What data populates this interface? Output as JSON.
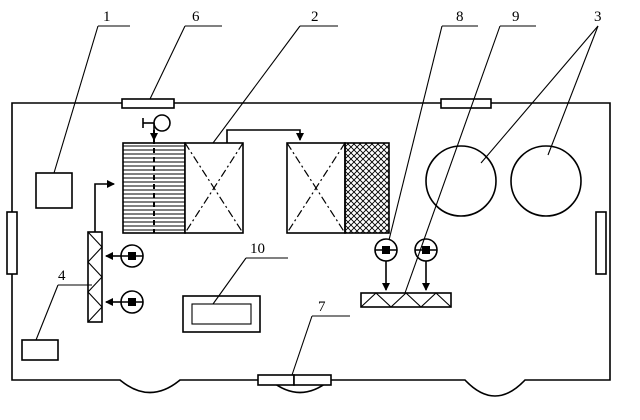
{
  "labels": {
    "l1": "1",
    "l2": "2",
    "l3": "3",
    "l4": "4",
    "l6": "6",
    "l7": "7",
    "l8": "8",
    "l9": "9",
    "l10": "10"
  },
  "colors": {
    "line": "#000000",
    "background": "#ffffff"
  }
}
